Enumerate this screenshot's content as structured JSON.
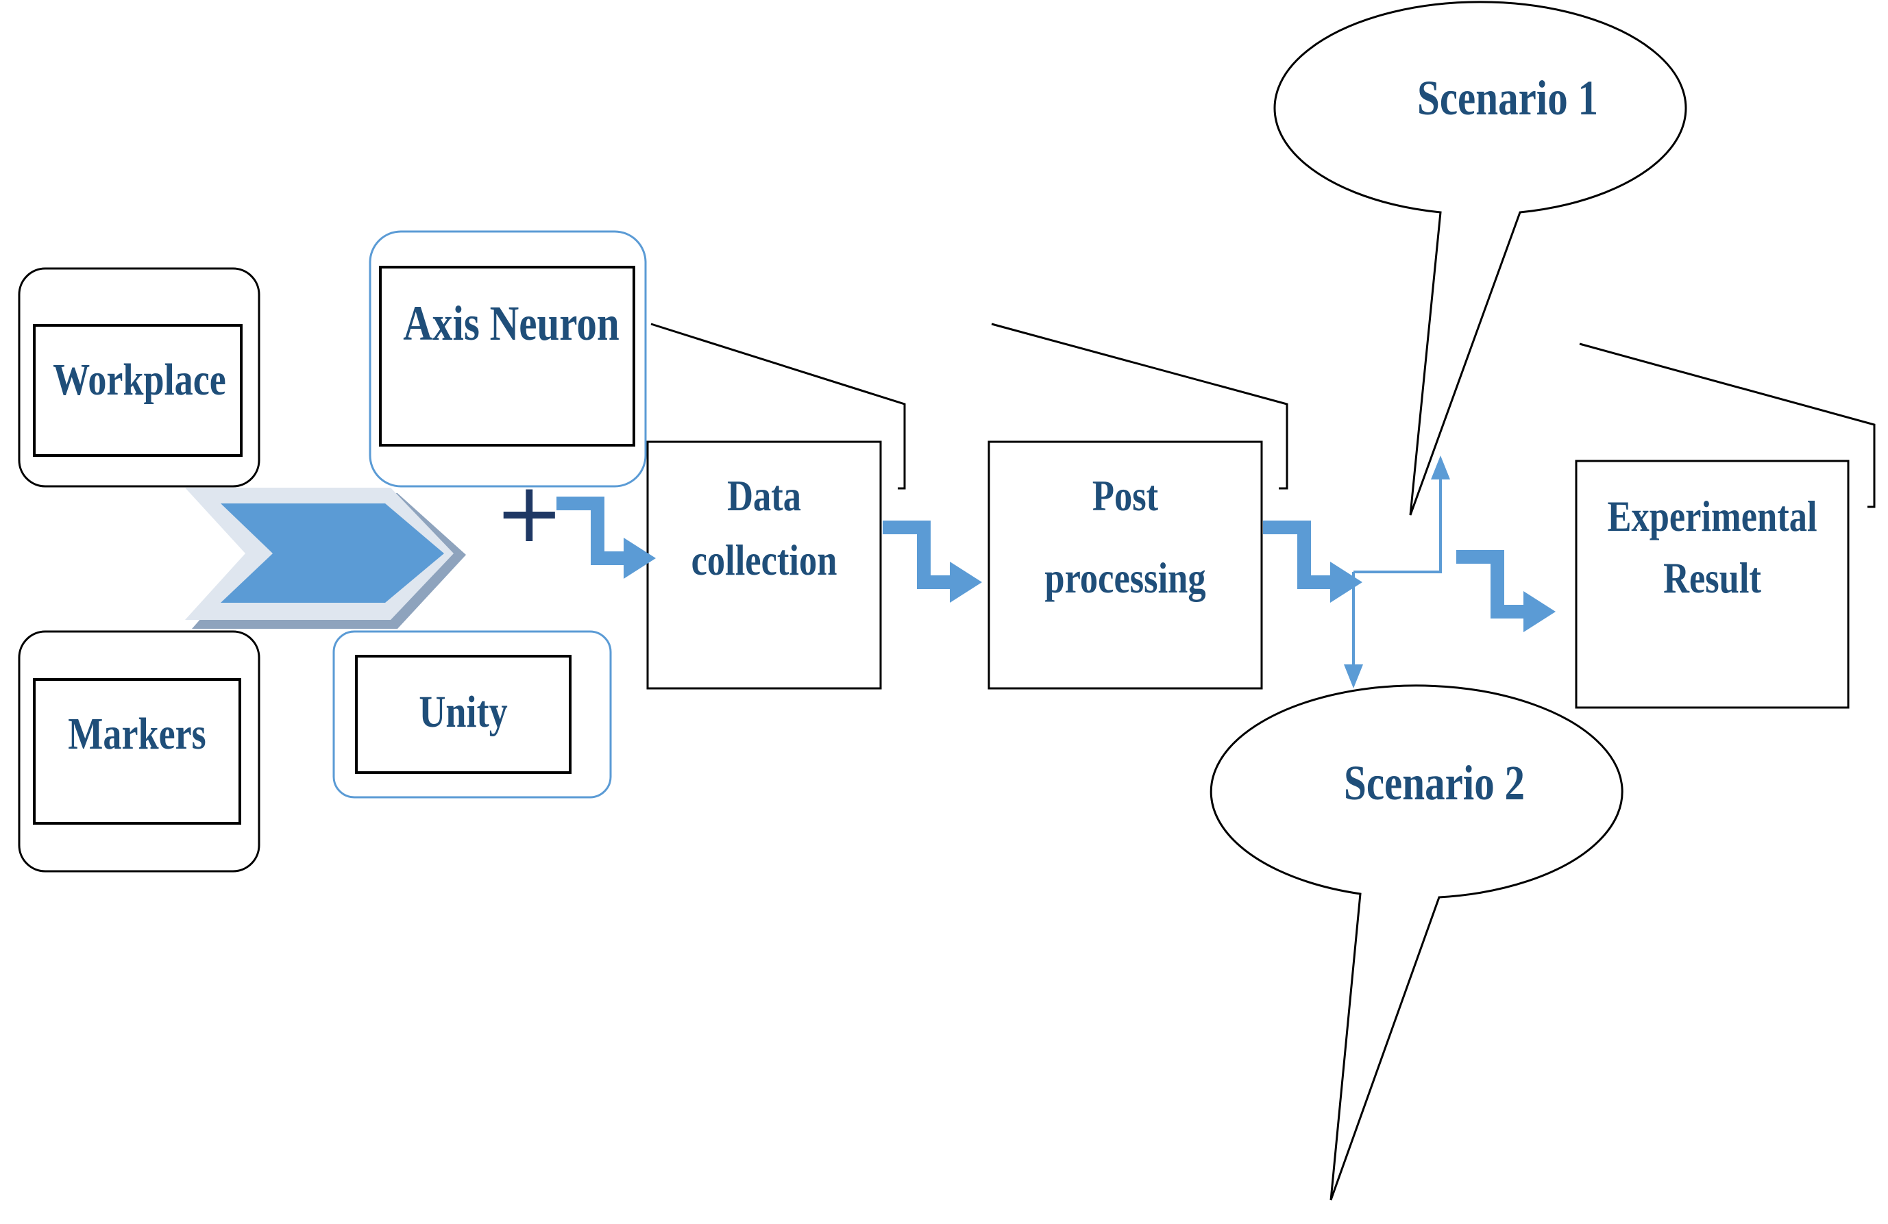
{
  "nodes": {
    "workplace": "Workplace",
    "markers": "Markers",
    "axis_neuron": "Axis Neuron",
    "unity": "Unity",
    "data_collection_line1": "Data",
    "data_collection_line2": "collection",
    "post_processing_line1": "Post",
    "post_processing_line2": "processing",
    "experimental_result_line1": "Experimental",
    "experimental_result_line2": "Result",
    "scenario_1": "Scenario 1",
    "scenario_2": "Scenario 2"
  },
  "operator": "+",
  "colors": {
    "text": "#1f4e79",
    "arrow": "#5b9bd5",
    "outline_dark": "#000000",
    "outline_blue": "#5b9bd5"
  }
}
